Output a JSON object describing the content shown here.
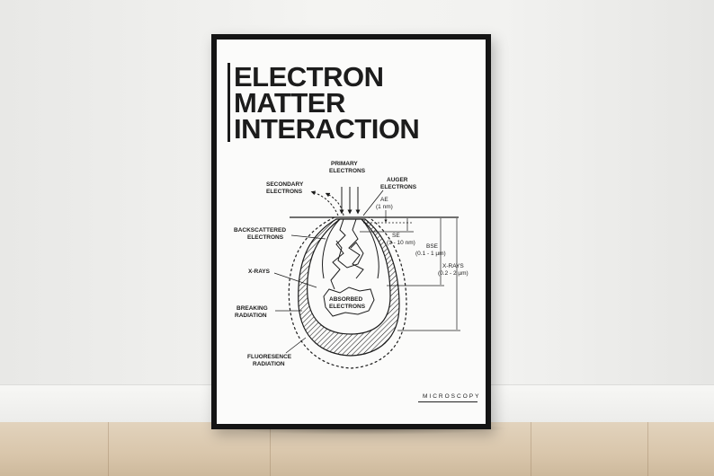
{
  "poster": {
    "title_lines": [
      "ELECTRON",
      "MATTER",
      "INTERACTION"
    ],
    "brand": "MICROSCOPY"
  },
  "diagram": {
    "primary_1": "PRIMARY",
    "primary_2": "ELECTRONS",
    "secondary_1": "SECONDARY",
    "secondary_2": "ELECTRONS",
    "auger_1": "AUGER",
    "auger_2": "ELECTRONS",
    "ae_1": "AE",
    "ae_2": "(1 nm)",
    "se_1": "SE",
    "se_2": "(1 - 10 nm)",
    "bse_1": "BSE",
    "bse_2": "(0.1 - 1 µm)",
    "xrays_range_1": "X-RAYS",
    "xrays_range_2": "(0.2 - 2 µm)",
    "backscattered_1": "BACKSCATTERED",
    "backscattered_2": "ELECTRONS",
    "xrays": "X-RAYS",
    "absorbed_1": "ABSORBED",
    "absorbed_2": "ELECTRONS",
    "breaking_1": "BREAKING",
    "breaking_2": "RADIATION",
    "fluorescence_1": "FLUORESENCE",
    "fluorescence_2": "RADIATION"
  },
  "colors": {
    "ink": "#1c1c1c",
    "frame": "#141414",
    "paper": "#fbfbfa"
  }
}
